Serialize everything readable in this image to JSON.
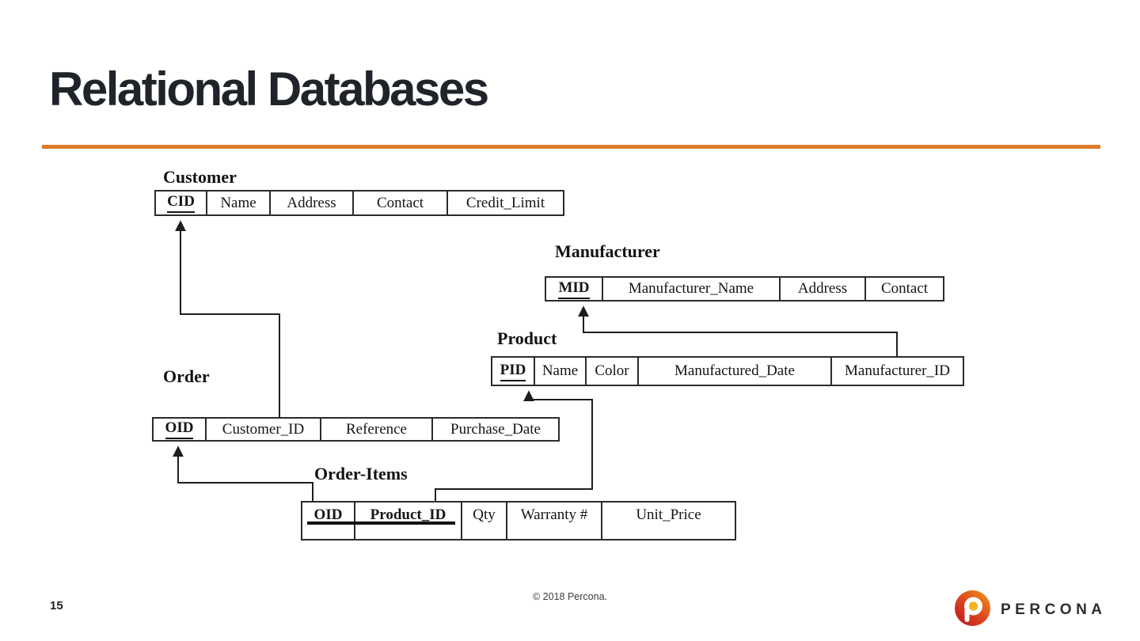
{
  "slide": {
    "title": "Relational Databases",
    "page_number": "15",
    "copyright": "© 2018 Percona.",
    "accent_color": "#DF7B28",
    "logo": {
      "text": "PERCONA"
    }
  },
  "diagram": {
    "tables": [
      {
        "name": "Customer",
        "columns": [
          {
            "label": "CID",
            "key": true
          },
          {
            "label": "Name"
          },
          {
            "label": "Address"
          },
          {
            "label": "Contact"
          },
          {
            "label": "Credit_Limit"
          }
        ]
      },
      {
        "name": "Manufacturer",
        "columns": [
          {
            "label": "MID",
            "key": true
          },
          {
            "label": "Manufacturer_Name"
          },
          {
            "label": "Address"
          },
          {
            "label": "Contact"
          }
        ]
      },
      {
        "name": "Product",
        "columns": [
          {
            "label": "PID",
            "key": true
          },
          {
            "label": "Name"
          },
          {
            "label": "Color"
          },
          {
            "label": "Manufactured_Date"
          },
          {
            "label": "Manufacturer_ID"
          }
        ]
      },
      {
        "name": "Order",
        "columns": [
          {
            "label": "OID",
            "key": true
          },
          {
            "label": "Customer_ID"
          },
          {
            "label": "Reference"
          },
          {
            "label": "Purchase_Date"
          }
        ]
      },
      {
        "name": "Order-Items",
        "composite_key": true,
        "columns": [
          {
            "label": "OID",
            "key": true
          },
          {
            "label": "Product_ID",
            "key": true
          },
          {
            "label": "Qty"
          },
          {
            "label": "Warranty #"
          },
          {
            "label": "Unit_Price"
          }
        ]
      }
    ],
    "relations": [
      {
        "from": "Order.Customer_ID",
        "to": "Customer.CID"
      },
      {
        "from": "Product.Manufacturer_ID",
        "to": "Manufacturer.MID"
      },
      {
        "from": "Order-Items.OID",
        "to": "Order.OID"
      },
      {
        "from": "Order-Items.Product_ID",
        "to": "Product.PID"
      }
    ]
  }
}
